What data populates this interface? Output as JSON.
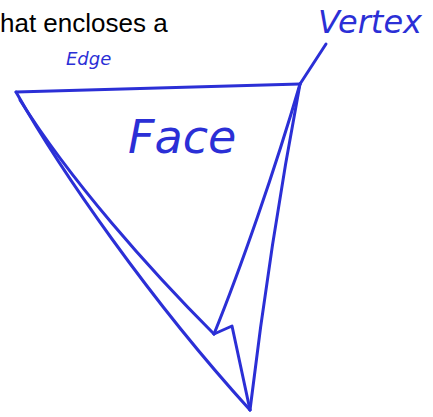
{
  "diagram": {
    "labels": [
      "hat encloses a",
      "Vertex",
      "Edge",
      "Face"
    ]
  }
}
